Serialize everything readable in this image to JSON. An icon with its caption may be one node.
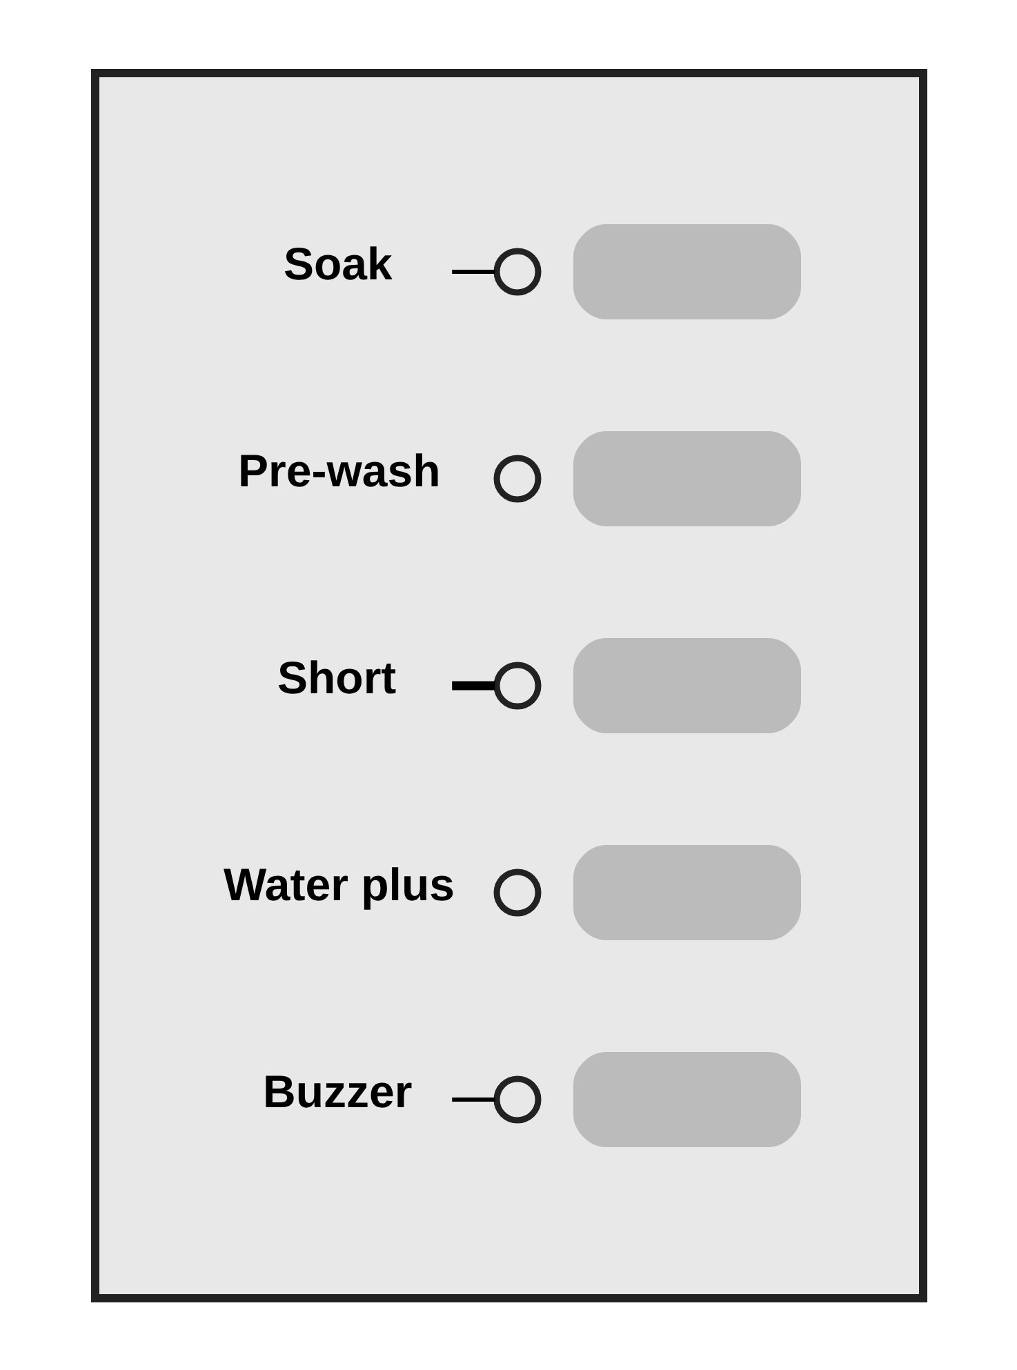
{
  "diagram": {
    "nodes": [
      {
        "text": [],
        "shape": "box"
      },
      {
        "text": [
          "Soak"
        ],
        "in": 0
      },
      {
        "text": [],
        "shape": "circle",
        "in": 0
      },
      {
        "text": [],
        "shape": "box",
        "in": 0
      },
      {
        "text": [
          "Pre-wash"
        ],
        "in": 0
      },
      {
        "text": [],
        "shape": "circle",
        "in": 0
      },
      {
        "text": [],
        "shape": "box",
        "in": 0
      },
      {
        "text": [
          "Short"
        ],
        "in": 0
      },
      {
        "text": [],
        "shape": "circle",
        "in": 0
      },
      {
        "text": [],
        "shape": "box",
        "in": 0
      },
      {
        "text": [
          "Water plus"
        ],
        "in": 0
      },
      {
        "text": [],
        "shape": "circle",
        "in": 0
      },
      {
        "text": [],
        "shape": "box",
        "in": 0
      },
      {
        "text": [
          "Buzzer"
        ],
        "in": 0
      },
      {
        "text": [],
        "shape": "circle",
        "in": 0
      },
      {
        "text": [],
        "shape": "box",
        "in": 0
      }
    ],
    "edges": [
      {
        "from": 1,
        "to": 2,
        "arrow": "none"
      },
      {
        "from": 7,
        "to": 8,
        "arrow": "none",
        "style": "thick"
      },
      {
        "from": 13,
        "to": 14,
        "arrow": "none"
      }
    ]
  }
}
